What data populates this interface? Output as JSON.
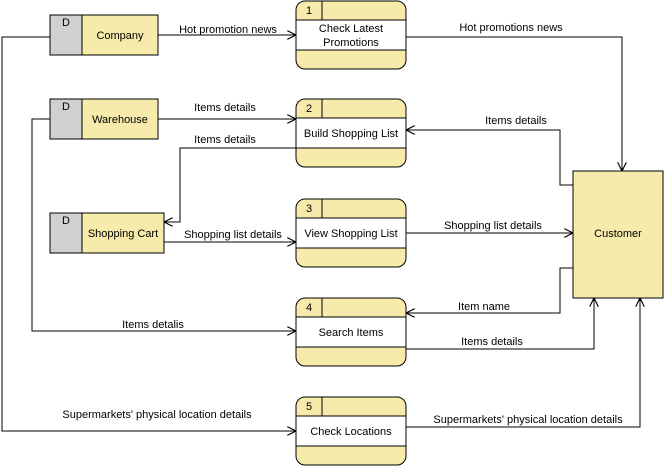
{
  "colors": {
    "fill": "#f6ebaa",
    "id_fill": "#d0d0d0",
    "stroke": "#000000"
  },
  "datastores": [
    {
      "id": "D",
      "label": "Company"
    },
    {
      "id": "D",
      "label": "Warehouse"
    },
    {
      "id": "D",
      "label": "Shopping Cart"
    }
  ],
  "processes": [
    {
      "num": "1",
      "label_line1": "Check Latest",
      "label_line2": "Promotions"
    },
    {
      "num": "2",
      "label": "Build Shopping List"
    },
    {
      "num": "3",
      "label": "View Shopping List"
    },
    {
      "num": "4",
      "label": "Search Items"
    },
    {
      "num": "5",
      "label": "Check Locations"
    }
  ],
  "entity": {
    "label": "Customer"
  },
  "flows": {
    "company_to_p1": "Hot promotion news",
    "p1_to_customer": "Hot promotions news",
    "warehouse_to_p2": "Items details",
    "p2_to_cart": "Items details",
    "customer_to_p2": "Items details",
    "cart_to_p3": "Shopping list details",
    "p3_to_customer": "Shopping list details",
    "warehouse_to_p4": "Items detalis",
    "customer_to_p4": "Item name",
    "p4_to_customer": "Items details",
    "company_to_p5": "Supermarkets' physical location details",
    "p5_to_customer": "Supermarkets' physical location details"
  }
}
